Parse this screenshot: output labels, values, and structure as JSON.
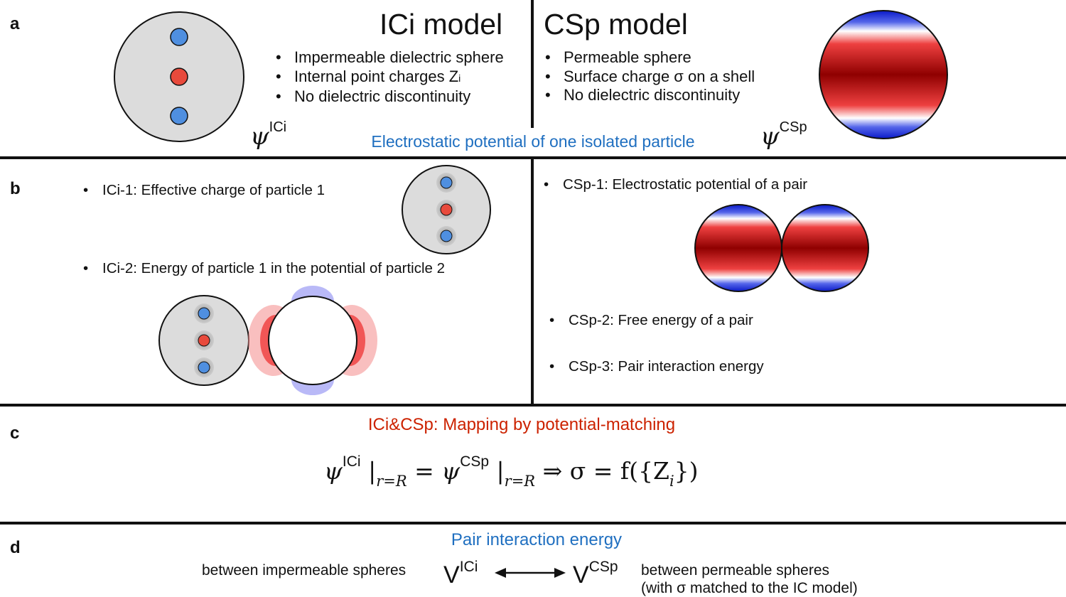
{
  "panel_labels": {
    "a": "a",
    "b": "b",
    "c": "c",
    "d": "d"
  },
  "panel_a": {
    "ici_title": "ICi model",
    "ici_bullets": [
      "Impermeable dielectric sphere",
      "Internal point charges Z",
      "No dielectric discontinuity"
    ],
    "ici_subscript": "i",
    "csp_title": "CSp model",
    "csp_bullets": [
      "Permeable sphere",
      "Surface charge σ on a shell",
      "No dielectric discontinuity"
    ],
    "psi_symbol": "ψ",
    "psi_ici_sup": "ICi",
    "psi_csp_sup": "CSp",
    "caption": "Electrostatic potential of one isolated particle"
  },
  "panel_b": {
    "ici_1": "ICi-1: Effective charge of particle 1",
    "ici_2": "ICi-2: Energy of particle 1 in the potential of particle 2",
    "csp_1": "CSp-1: Electrostatic potential of a pair",
    "csp_2": "CSp-2: Free energy of a pair",
    "csp_3": "CSp-3: Pair interaction energy"
  },
  "panel_c": {
    "title": "ICi&CSp: Mapping by potential-matching",
    "eq_psi": "ψ",
    "eq_sup_ici": "ICi",
    "eq_sup_csp": "CSp",
    "eq_bar": "|",
    "eq_sub": "r=R",
    "eq_equals": "=",
    "eq_rhs": "⇒ σ = f({Z",
    "eq_rhs_sub": "i",
    "eq_close": "})"
  },
  "panel_d": {
    "title": "Pair interaction energy",
    "left_text": "between impermeable spheres",
    "v_symbol": "V",
    "v_ici_sup": "ICi",
    "v_csp_sup": "CSp",
    "right_text_1": "between permeable spheres",
    "right_text_2": "(with σ matched to the IC model)"
  },
  "colors": {
    "caption_blue": "#1f6fc0",
    "title_red": "#cc2200",
    "sphere_gray": "#dcdcdc",
    "charge_blue": "#4f8fe0",
    "charge_red": "#e84a3c",
    "csp_red": "#8f0000",
    "csp_blue": "#0a1ac8"
  },
  "icons": [
    "double-arrow-icon"
  ]
}
